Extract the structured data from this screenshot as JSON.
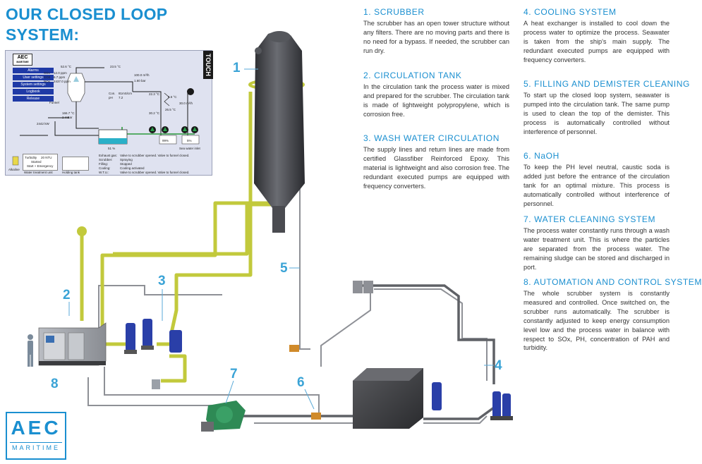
{
  "heading": {
    "line1": "OUR CLOSED LOOP",
    "line2": "SYSTEM:"
  },
  "sections": [
    {
      "title": "1. SCRUBBER",
      "text": "The scrubber has an open tower structure without any filters. There are no moving parts and there is no need for a bypass. If needed, the scrubber can run dry."
    },
    {
      "title": "2. CIRCULATION TANK",
      "text": "In the circulation tank the process water is mixed and prepared for the scrubber. The circulation tank is made of lightweight polypropylene, which is corrosion free."
    },
    {
      "title": "3. WASH WATER CIRCULATION",
      "text": "The supply lines and return lines are made from certified Glassfiber Reinforced Epoxy. This material is lightweight and also corrosion free. The redundant executed pumps are equipped with frequency converters."
    },
    {
      "title": "4. COOLING SYSTEM",
      "text": "A heat exchanger is installed to cool down the process water to optimize the process. Seawater is taken from the ship's main supply. The redundant executed pumps are equipped with frequency converters."
    },
    {
      "title": "5. FILLING AND DEMISTER CLEANING",
      "text": "To start up the closed loop system, seawater is pumped into the circulation tank. The same pump is used to clean the top of the demister. This process is automatically controlled without interference of personnel."
    },
    {
      "title": "6. NaOH",
      "text": "To keep the PH level neutral, caustic soda is added just before the entrance of the circulation tank for an optimal mixture. This process is automatically controlled without interference of personnel."
    },
    {
      "title": "7. WATER CLEANING SYSTEM",
      "text": "The process water constantly runs through a wash water treatment unit. This is where the particles are separated from the process water. The remaining sludge can be stored and discharged in port."
    },
    {
      "title": "8. AUTOMATION AND CONTROL SYSTEM",
      "text": "The whole scrubber system is constantly measured and controlled. Once switched on, the scrubber runs automatically. The scrubber is constantly adjusted to keep energy consumption level low and the process water in balance with respect to SOx, PH, concentration of PAH and turbidity."
    }
  ],
  "callouts": [
    "1",
    "2",
    "3",
    "4",
    "5",
    "6",
    "7",
    "8"
  ],
  "logo": {
    "main": "AEC",
    "sub": "MARITIME"
  },
  "scada": {
    "logo_main": "AEC",
    "logo_sub": "MARITIME",
    "menu": [
      "Alarms",
      "User settings",
      "System settings",
      "Logbook",
      "Release"
    ],
    "touch": "TOUCH",
    "readings": {
      "so2_label": "SOx",
      "so2": "12.0 ppm",
      "co2_label": "CO2",
      "co2": "6.7 ppm",
      "nox_label": "NOx",
      "nox": "2437.0 ppm",
      "t1": "52.6 °C",
      "t2": "23.5 °C",
      "flow1": "100.0 m³/h",
      "bar1": "1.60 bar",
      "con_label": "Con.",
      "con": "81mS/cm",
      "ph_label": "pH",
      "ph": "7.2",
      "t3": "22.3 °C",
      "t4": "6.6 °C",
      "flow2": "30.0 m³/h",
      "t5": "30.2 °C",
      "t6": "26.5 °C",
      "funnel": "Funnel",
      "t7": "166.7 °C",
      "mbar": "2 mBar",
      "kw": "2442 kW",
      "level": "51 %",
      "pct1": "99%",
      "pct2": "5%",
      "seawater": "Sea water inlet"
    },
    "bottom": {
      "alkaline": "Alkaline",
      "turbidity_label": "Turbidity",
      "turbidity": "20 NTU",
      "started": "Started",
      "start_emergency": "Start + Emergency",
      "wtu": "Water treatment unit",
      "holding": "Holding tank",
      "status": [
        {
          "k": "Exhaust gas:",
          "v": "Valve to scrubber opened. Valve to funnel closed."
        },
        {
          "k": "Scrubber:",
          "v": "Spraying"
        },
        {
          "k": "Filling:",
          "v": "Stopped"
        },
        {
          "k": "Cooling:",
          "v": "Cooling activated"
        },
        {
          "k": "W.T.U.:",
          "v": "Valve to scrubber opened. Valve to funnel closed."
        }
      ]
    }
  },
  "colors": {
    "accent": "#1a8fd0",
    "pipe_yellow": "#c2c93c",
    "pump_blue": "#2a3fa8",
    "tower": "#3e4046",
    "tank": "#3a3b3e"
  }
}
